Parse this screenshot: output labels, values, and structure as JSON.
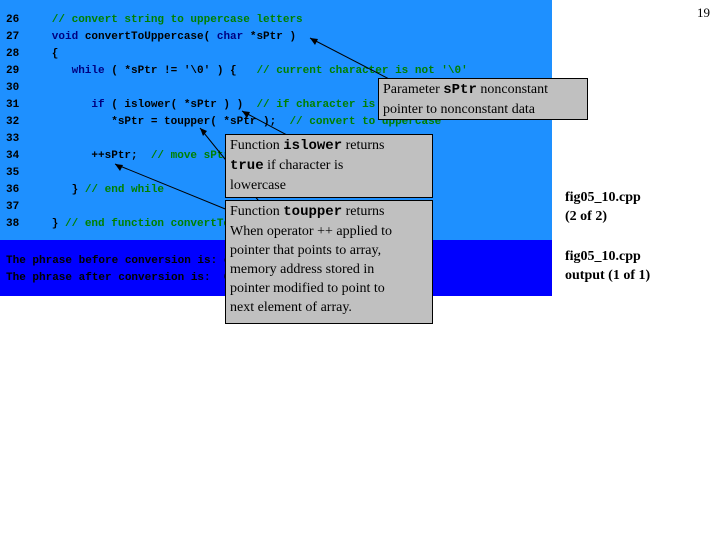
{
  "page_number": "19",
  "code_lines": [
    {
      "num": "26",
      "segments": [
        {
          "t": "   // convert string to uppercase letters",
          "c": "cmt"
        }
      ]
    },
    {
      "num": "27",
      "segments": [
        {
          "t": "   void ",
          "c": "kw"
        },
        {
          "t": "convertToUppercase( ",
          "c": "txt"
        },
        {
          "t": "char ",
          "c": "kw"
        },
        {
          "t": "*sPtr )",
          "c": "txt"
        }
      ]
    },
    {
      "num": "28",
      "segments": [
        {
          "t": "   {",
          "c": "txt"
        }
      ]
    },
    {
      "num": "29",
      "segments": [
        {
          "t": "      while ",
          "c": "kw"
        },
        {
          "t": "( *sPtr != '\\0' ) {   ",
          "c": "txt"
        },
        {
          "t": "// current character is not '\\0'",
          "c": "cmt"
        }
      ]
    },
    {
      "num": "30",
      "segments": []
    },
    {
      "num": "31",
      "segments": [
        {
          "t": "         if ",
          "c": "kw"
        },
        {
          "t": "( islower( *sPtr ) )  ",
          "c": "txt"
        },
        {
          "t": "// if character is lowercase,",
          "c": "cmt"
        }
      ]
    },
    {
      "num": "32",
      "segments": [
        {
          "t": "            *sPtr = toupper( *sPtr );  ",
          "c": "txt"
        },
        {
          "t": "// convert to uppercase",
          "c": "cmt"
        }
      ]
    },
    {
      "num": "33",
      "segments": []
    },
    {
      "num": "34",
      "segments": [
        {
          "t": "         ++sPtr;  ",
          "c": "txt"
        },
        {
          "t": "// move sPtr to next character in string",
          "c": "cmt"
        }
      ]
    },
    {
      "num": "35",
      "segments": []
    },
    {
      "num": "36",
      "segments": [
        {
          "t": "      } ",
          "c": "txt"
        },
        {
          "t": "// end while",
          "c": "cmt"
        }
      ]
    },
    {
      "num": "37",
      "segments": []
    },
    {
      "num": "38",
      "segments": [
        {
          "t": "   } ",
          "c": "txt"
        },
        {
          "t": "// end function convertToUppercase",
          "c": "cmt"
        }
      ]
    }
  ],
  "output_lines": [
    "The phrase before conversion is: characters and $32.98",
    "The phrase after conversion is:  CHARACTERS AND $32.98"
  ],
  "callouts": {
    "sptr": {
      "pre": "Parameter ",
      "code": "sPtr",
      "post": " nonconstant",
      "line2": "pointer to nonconstant data"
    },
    "islower": {
      "pre": "Function ",
      "code": "islower",
      "post": " returns",
      "code2": "true",
      "post2": " if character is",
      "line3": "lowercase"
    },
    "toupper": {
      "pre": "Function ",
      "code": "toupper",
      "post": " returns",
      "line2": "When operator ++ applied to",
      "line3": "pointer that points to array,",
      "line4": "memory address stored in",
      "line5": "pointer modified to point to",
      "line6": "next element of array."
    }
  },
  "side_labels": {
    "code_file": "fig05_10.cpp",
    "code_part": "(2 of 2)",
    "output_file": "fig05_10.cpp",
    "output_part": "output (1 of 1)"
  }
}
